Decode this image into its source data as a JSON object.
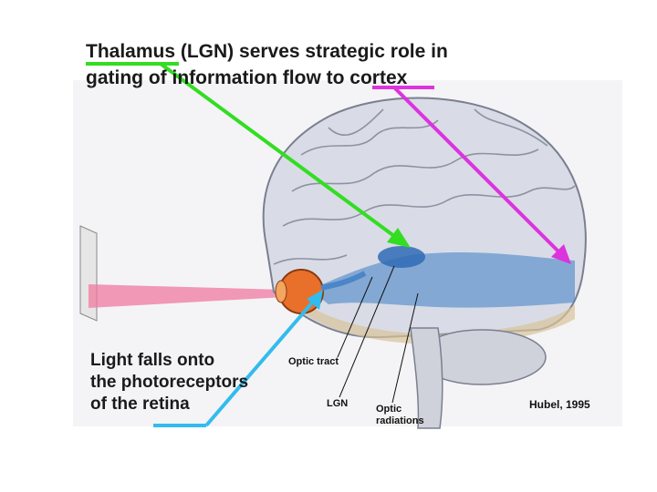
{
  "title": {
    "line1": "Thalamus (LGN) serves strategic role in",
    "line2": "gating of information flow to cortex"
  },
  "caption": {
    "line1": "Light falls onto",
    "line2": "the photoreceptors",
    "line3": "of the retina"
  },
  "labels": {
    "optic_tract": "Optic tract",
    "lgn": "LGN",
    "optic_radiations_1": "Optic",
    "optic_radiations_2": "radiations"
  },
  "credit": "Hubel, 1995",
  "colors": {
    "thalamus_arrow": "#33dd22",
    "cortex_arrow": "#dd33dd",
    "retina_arrow": "#33bbee",
    "visual_pathway": "#4a86c8",
    "light_beam": "#f07aa0",
    "eye": "#e8702a",
    "brain": "#d9dce6"
  }
}
